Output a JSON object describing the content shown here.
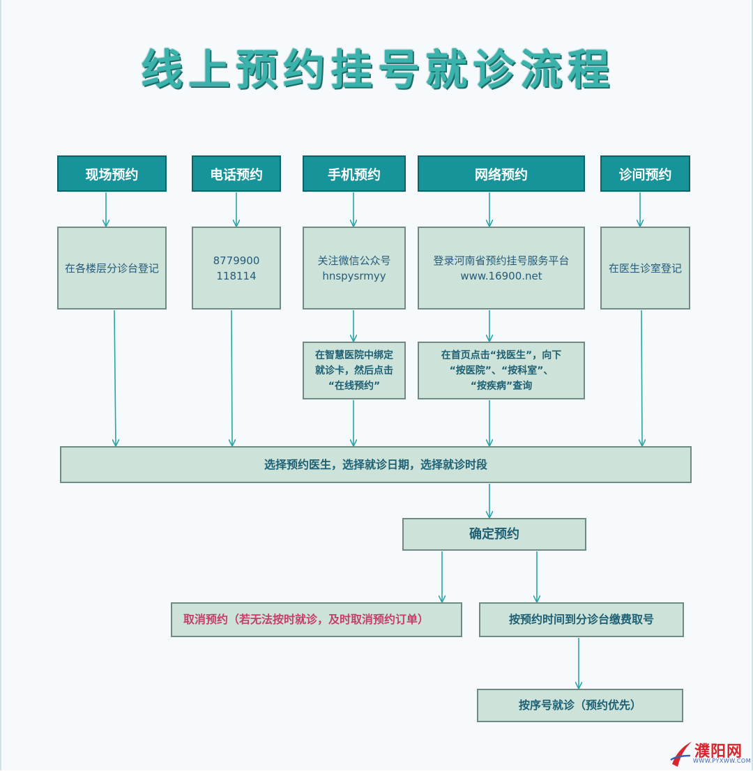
{
  "title": "线上预约挂号就诊流程",
  "colors": {
    "header_fill": "#17949a",
    "step_fill": "#cde3d9",
    "title": "#3bb3ad",
    "arrow": "#2aa3a6",
    "cancel_text": "#c73d6a"
  },
  "channels": [
    {
      "label": "现场预约",
      "step1": [
        "在各楼层分诊台登记"
      ],
      "step2": []
    },
    {
      "label": "电话预约",
      "step1": [
        "8779900",
        "118114"
      ],
      "step2": []
    },
    {
      "label": "手机预约",
      "step1": [
        "关注微信公众号",
        "hnspysrmyy"
      ],
      "step2": [
        "在智慧医院中绑定",
        "就诊卡，然后点击",
        "“在线预约”"
      ]
    },
    {
      "label": "网络预约",
      "step1": [
        "登录河南省预约挂号服务平台",
        "www.16900.net"
      ],
      "step2": [
        "在首页点击“找医生”，向下",
        "“按医院”、“按科室”、",
        "“按疾病”查询"
      ]
    },
    {
      "label": "诊间预约",
      "step1": [
        "在医生诊室登记"
      ],
      "step2": []
    }
  ],
  "select_step": "选择预约医生，选择就诊日期，选择就诊时段",
  "confirm_step": "确定预约",
  "cancel_step": "取消预约（若无法按时就诊，及时取消预约订单）",
  "pay_step": "按预约时间到分诊台缴费取号",
  "visit_step": "按序号就诊（预约优先）",
  "watermark": {
    "name": "濮阳网",
    "url": "WWW.PYXWW.COM"
  }
}
